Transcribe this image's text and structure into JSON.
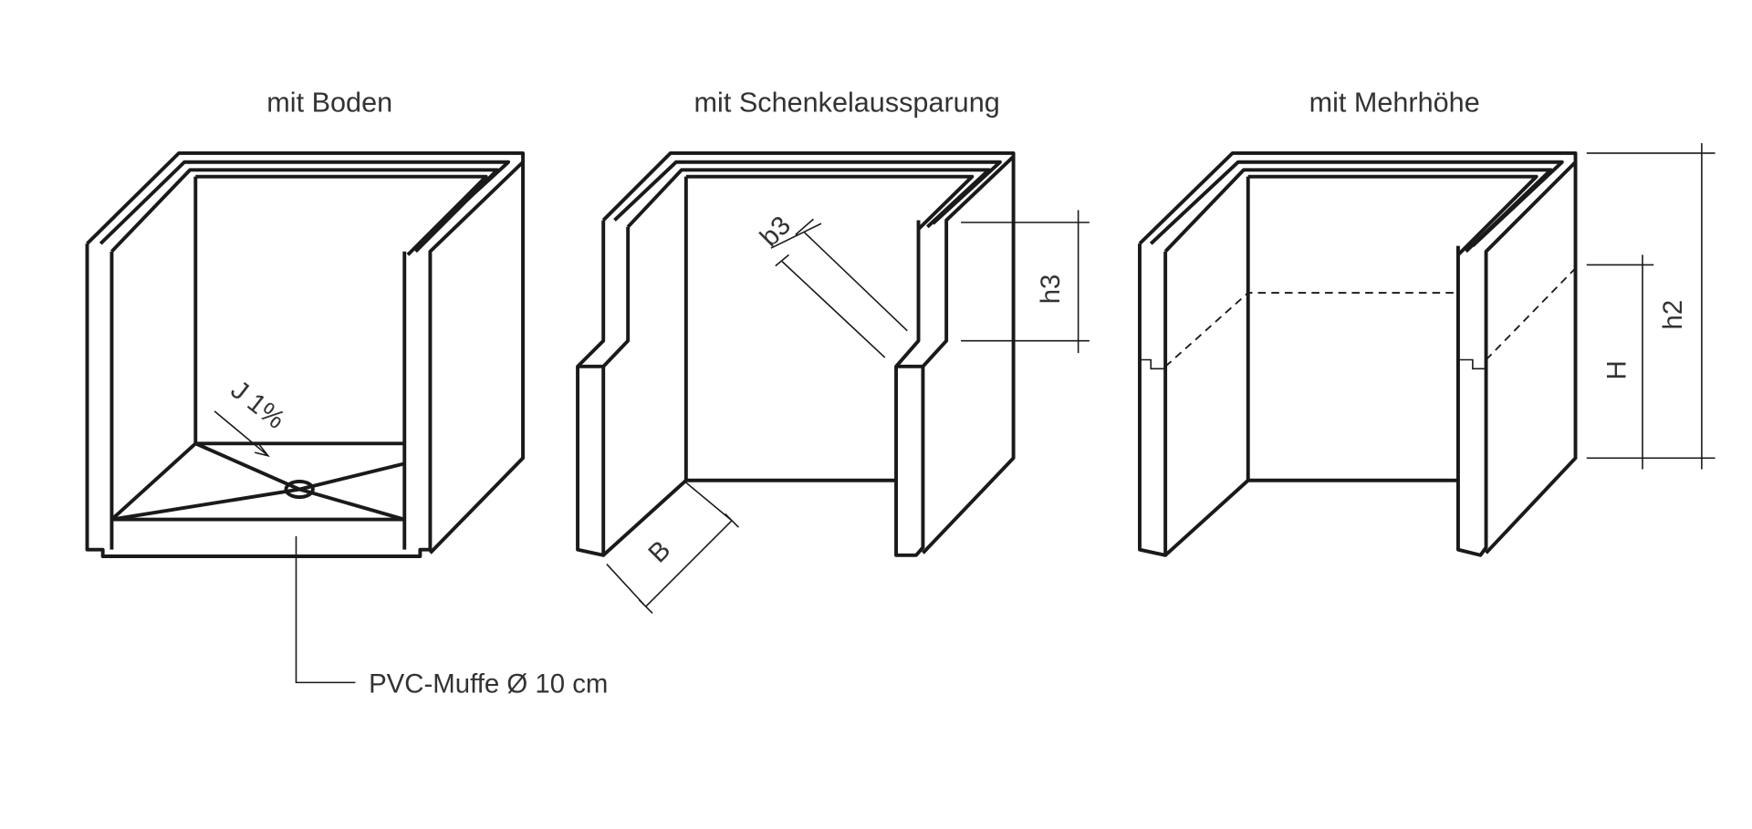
{
  "variants": [
    {
      "title": "mit Boden",
      "slope_label": "J 1%",
      "callout": "PVC-Muffe Ø 10 cm"
    },
    {
      "title": "mit Schenkelaussparung",
      "dims": {
        "width": "B",
        "recess_width": "b3",
        "recess_height": "h3"
      }
    },
    {
      "title": "mit Mehrhöhe",
      "dims": {
        "height": "H",
        "total_height": "h2"
      }
    }
  ]
}
